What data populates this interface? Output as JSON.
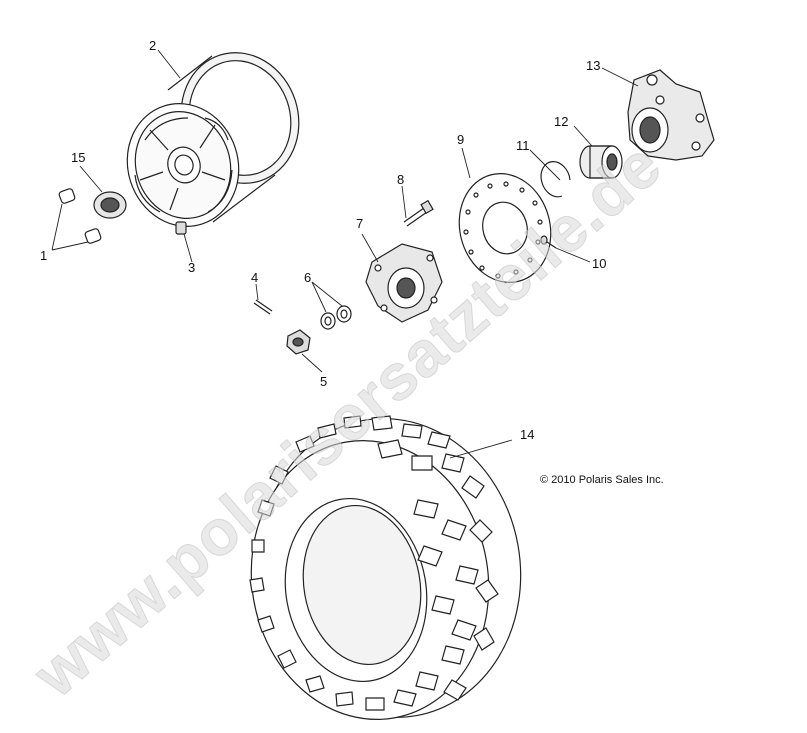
{
  "diagram": {
    "callouts": [
      "1",
      "2",
      "3",
      "4",
      "5",
      "6",
      "7",
      "8",
      "9",
      "10",
      "11",
      "12",
      "13",
      "14",
      "15"
    ],
    "copyright": "© 2010 Polaris Sales Inc.",
    "watermark": "www.polarisersatzteile.de"
  }
}
